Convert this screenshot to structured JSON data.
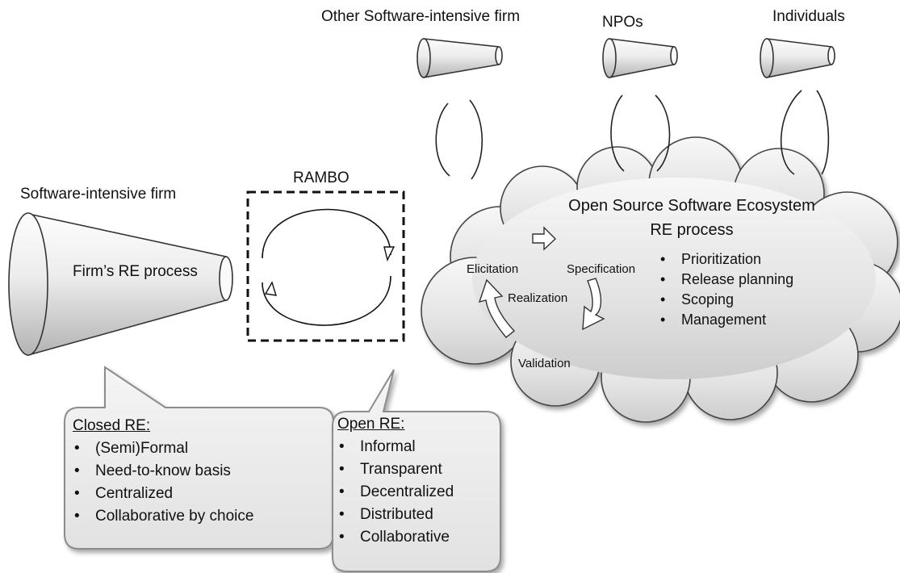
{
  "labels": {
    "other_firm": "Other Software-intensive firm",
    "npos": "NPOs",
    "individuals": "Individuals",
    "software_firm": "Software-intensive firm",
    "firm_re_process": "Firm’s RE process",
    "rambo": "RAMBO"
  },
  "cloud": {
    "title_line1": "Open Source Software Ecosystem",
    "title_line2": "RE process",
    "cycle": {
      "elicitation": "Elicitation",
      "specification": "Specification",
      "realization": "Realization",
      "validation": "Validation"
    },
    "activities": [
      "Prioritization",
      "Release planning",
      "Scoping",
      "Management"
    ]
  },
  "closed_re": {
    "heading": "Closed RE:",
    "items": [
      "(Semi)Formal",
      "Need-to-know basis",
      "Centralized",
      "Collaborative by choice"
    ]
  },
  "open_re": {
    "heading": "Open RE:",
    "items": [
      "Informal",
      "Transparent",
      "Decentralized",
      "Distributed",
      "Collaborative"
    ]
  },
  "bullet": "•",
  "colors": {
    "stroke": "#333333",
    "cone_light": "#fafafa",
    "cone_dark": "#b5b5b5",
    "cloud_fill": "#e6e6e6",
    "callout_fill": "#eeeeee",
    "callout_stroke": "#8c8c8c"
  }
}
